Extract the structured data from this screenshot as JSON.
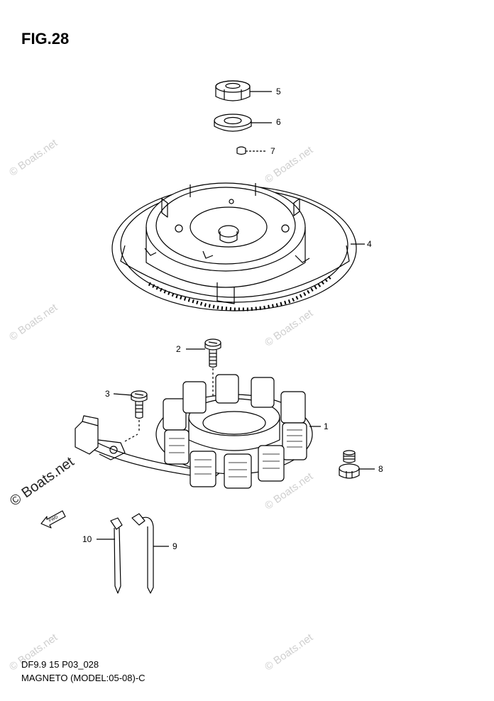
{
  "figure": {
    "title": "FIG.28"
  },
  "callouts": [
    "5",
    "6",
    "7",
    "4",
    "2",
    "3",
    "1",
    "8",
    "10",
    "9"
  ],
  "footer": {
    "line1": "DF9.9 15 P03_028",
    "line2": "MAGNETO (MODEL:05-08)-C"
  },
  "watermark": "© Boats.net",
  "fwd_label": "FWD"
}
